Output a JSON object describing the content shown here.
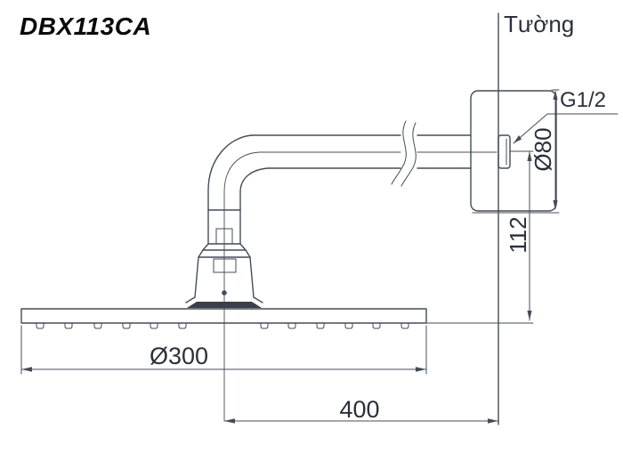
{
  "title": "DBX113CA",
  "labels": {
    "wall": "Tường"
  },
  "dimensions": {
    "thread": "G1/2",
    "plate_diameter": "Ø80",
    "wall_to_head": "112",
    "head_diameter": "Ø300",
    "arm_reach": "400"
  },
  "colors": {
    "line": "#454c57",
    "text": "#2a313b",
    "title": "#0a0a0c",
    "dark": "#39404a",
    "background": "#ffffff"
  }
}
